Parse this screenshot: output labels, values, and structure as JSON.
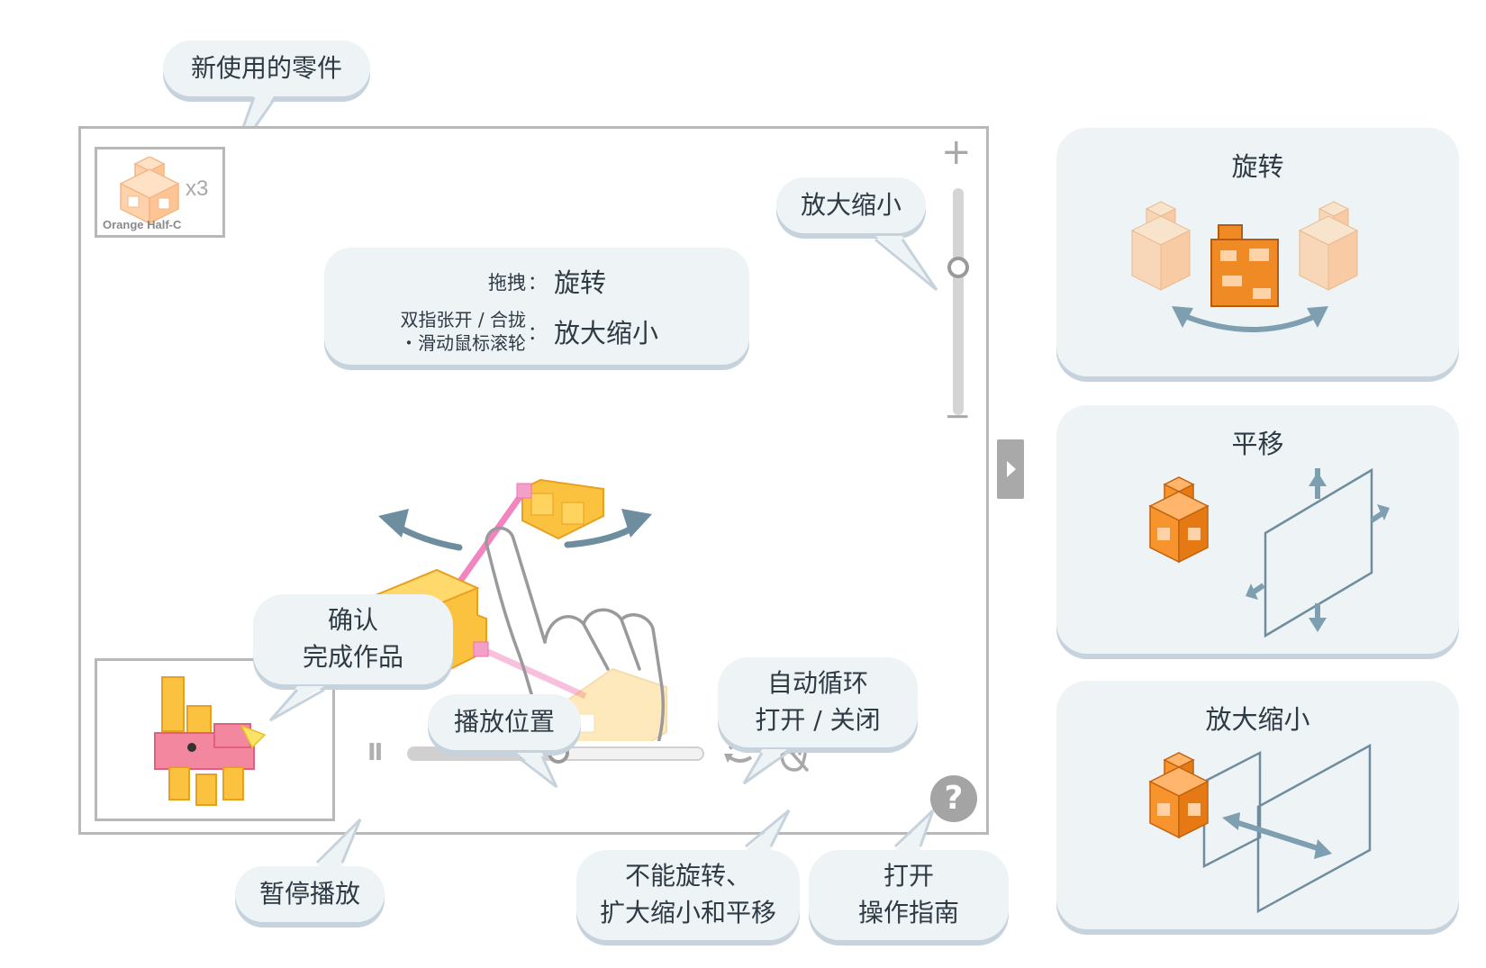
{
  "callouts": {
    "new_parts": "新使用的零件",
    "zoom": "放大缩小",
    "confirm": [
      "确认",
      "完成作品"
    ],
    "play_position": "播放位置",
    "auto_loop": [
      "自动循环",
      "打开 / 关闭"
    ],
    "pause": "暂停播放",
    "lock": [
      "不能旋转、",
      "扩大缩小和平移"
    ],
    "help": [
      "打开",
      "操作指南"
    ]
  },
  "gesture_hint": {
    "row1": {
      "gesture": "拖拽",
      "sep": "：",
      "action": "旋转"
    },
    "row2": {
      "gesture": [
        "双指张开 / 合拢",
        "・滑动鼠标滚轮"
      ],
      "sep": "：",
      "action": "放大缩小"
    }
  },
  "part": {
    "name": "Orange Half-C",
    "count": "x3"
  },
  "zoom_slider": {
    "plus": "+",
    "minus": "−",
    "level": 0.65
  },
  "playback": {
    "progress": 0.51,
    "pause_symbol": "II"
  },
  "help_button": {
    "symbol": "?"
  },
  "panels": [
    {
      "title": "旋转"
    },
    {
      "title": "平移"
    },
    {
      "title": "放大缩小"
    }
  ],
  "colors": {
    "bubble_bg": "#eef3f6",
    "bubble_shadow": "#c6d3dc",
    "arrow_blue": "#6e8ea0",
    "block_yellow": "#fbc23f",
    "block_orange": "#f08a24",
    "connector_pink": "#f06fb5",
    "frame_gray": "#b8b8b8"
  }
}
